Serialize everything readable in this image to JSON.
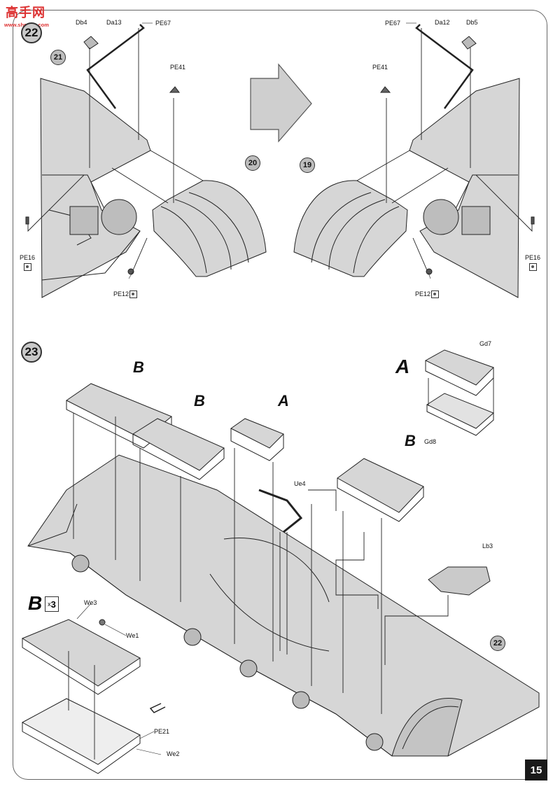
{
  "watermark": {
    "glyphs": "高手网",
    "url": "www.shoudu.com"
  },
  "steps": {
    "step22": "22",
    "step23": "23"
  },
  "refs": {
    "r21": "21",
    "r20": "20",
    "r19": "19",
    "r22": "22"
  },
  "labels_top_left": {
    "db4": "Db4",
    "da13": "Da13",
    "pe67": "PE67",
    "pe41": "PE41",
    "pe16": "PE16",
    "pe12": "PE12"
  },
  "labels_top_right": {
    "pe67": "PE67",
    "da12": "Da12",
    "db5": "Db5",
    "pe41": "PE41",
    "pe16": "PE16",
    "pe12": "PE12"
  },
  "labels_step23": {
    "b1": "B",
    "b2": "B",
    "a1": "A",
    "a2": "A",
    "b3": "B",
    "gd7": "Gd7",
    "gd8": "Gd8",
    "ue4": "Ue4",
    "lb3": "Lb3",
    "b_head": "B",
    "qty": "3",
    "x": "x",
    "we3": "We3",
    "we1": "We1",
    "pe21": "PE21",
    "we2": "We2"
  },
  "page_number": "15",
  "colors": {
    "panel": "#d6d6d6",
    "panel_dark": "#a9a9a9",
    "arrow": "#cfcfcf",
    "line": "#222222"
  }
}
